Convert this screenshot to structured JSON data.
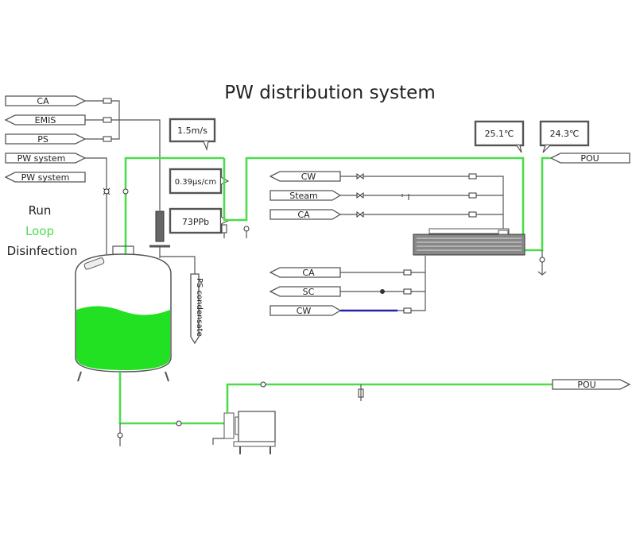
{
  "title": "PW distribution system",
  "legend": {
    "run": "Run",
    "loop": "Loop",
    "disinfection": "Disinfection",
    "loop_color": "#4cdc4c"
  },
  "colors": {
    "loop_pipe": "#4cdc4c",
    "tank_water": "#22e022",
    "cooling_water_pipe": "#2222aa",
    "line": "#555555"
  },
  "left_connections": [
    {
      "label": "CA",
      "direction": "in"
    },
    {
      "label": "EMIS",
      "direction": "out"
    },
    {
      "label": "PS",
      "direction": "in"
    },
    {
      "label": "PW system",
      "direction": "in"
    },
    {
      "label": "PW system",
      "direction": "out"
    }
  ],
  "instruments": {
    "flow": "1.5m/s",
    "conductivity": "0.39μs/cm",
    "toc": "73PPb",
    "temp_supply": "25.1℃",
    "temp_return": "24.3℃"
  },
  "condensate_label": "PS condensate",
  "exchanger_upper_inputs": [
    {
      "label": "CW",
      "direction": "out"
    },
    {
      "label": "Steam",
      "direction": "in"
    },
    {
      "label": "CA",
      "direction": "in"
    }
  ],
  "exchanger_lower_inputs": [
    {
      "label": "CA",
      "direction": "out"
    },
    {
      "label": "SC",
      "direction": "out"
    },
    {
      "label": "CW",
      "direction": "in"
    }
  ],
  "pou_return": "POU",
  "pou_supply": "POU"
}
